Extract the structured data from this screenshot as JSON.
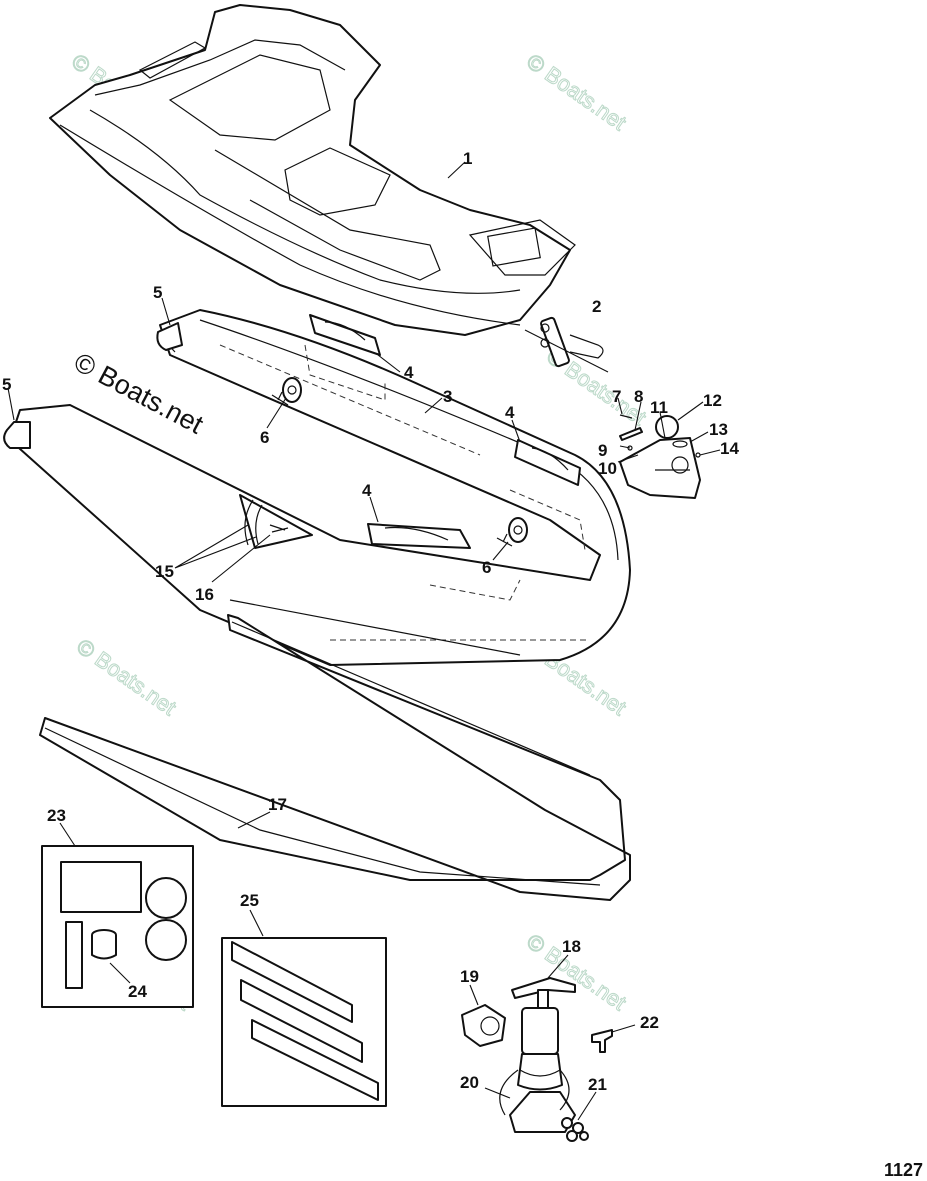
{
  "diagram": {
    "callouts": [
      "1",
      "2",
      "3",
      "4",
      "5",
      "6",
      "7",
      "8",
      "9",
      "10",
      "11",
      "12",
      "13",
      "14",
      "15",
      "16",
      "17",
      "18",
      "19",
      "20",
      "21",
      "22",
      "23",
      "24",
      "25"
    ],
    "page_number": "1127",
    "watermark_text": "© Boats.net",
    "colors": {
      "line": "#111111",
      "watermark": "#bcd9c9",
      "background": "#ffffff"
    }
  }
}
